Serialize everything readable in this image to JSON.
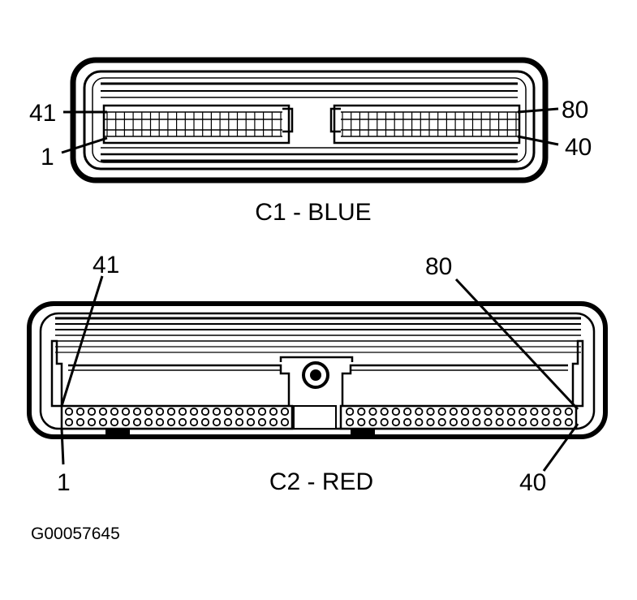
{
  "connectors": [
    {
      "id": "c1",
      "title": "C1 - BLUE",
      "pins": {
        "upper_left": "41",
        "lower_left": "1",
        "upper_right": "80",
        "lower_right": "40"
      }
    },
    {
      "id": "c2",
      "title": "C2 - RED",
      "pins": {
        "upper_left": "41",
        "lower_left": "1",
        "upper_right": "80",
        "lower_right": "40"
      }
    }
  ],
  "figure_id": "G00057645",
  "colors": {
    "ink": "#000000",
    "paper": "#ffffff"
  }
}
